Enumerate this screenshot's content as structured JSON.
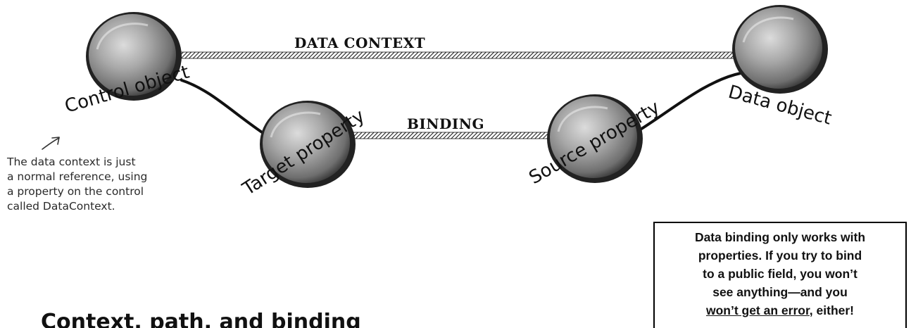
{
  "links": {
    "data_context_label": "DATA CONTEXT",
    "binding_label": "BINDING"
  },
  "nodes": {
    "control_object": "Control object",
    "target_property": "Target property",
    "source_property": "Source property",
    "data_object": "Data object"
  },
  "annotation": {
    "lines": [
      "The data context is just",
      "a normal reference, using",
      "a property on the control",
      "called DataContext."
    ]
  },
  "note": {
    "line1": "Data binding only works with",
    "line2": "properties. If you try to bind",
    "line3": "to a public field, you won’t",
    "line4": "see anything—and you",
    "line5_underlined": "won’t get an error",
    "line5_rest": ", either!"
  },
  "heading": {
    "text": "Context, path, and binding"
  },
  "colors": {
    "sphere_light": "#d6d6d6",
    "sphere_mid": "#9e9e9e",
    "sphere_dark": "#4a4a4a",
    "outline": "#111111"
  }
}
